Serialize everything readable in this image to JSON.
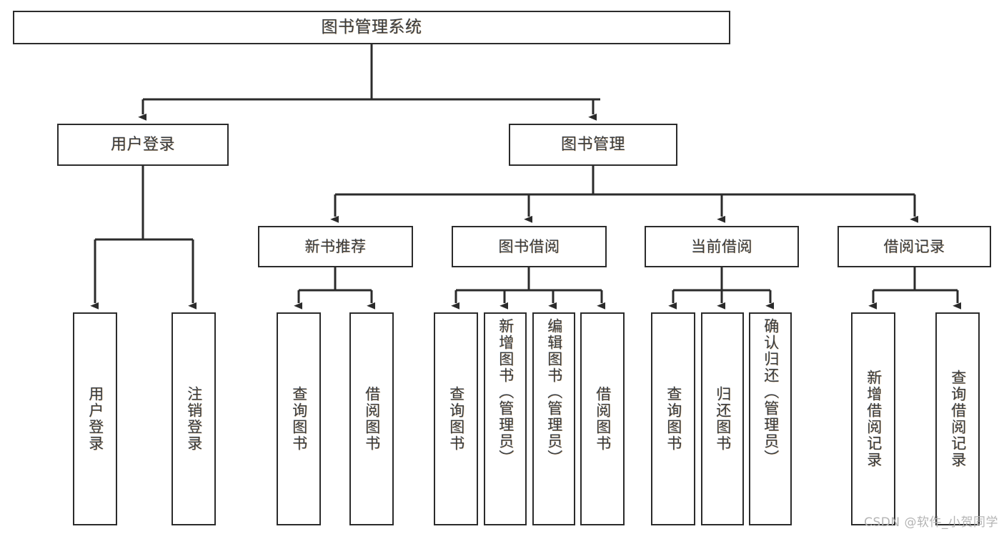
{
  "diagram": {
    "title": "图书管理系统",
    "type": "tree-hierarchy",
    "watermark": "CSDN @软件_小贺同学",
    "colors": {
      "stroke": "#2b2b2b",
      "node_fill": "#ffffff",
      "text": "#3b3b3b",
      "watermark": "#b4b4b4",
      "background": "#ffffff"
    },
    "root": {
      "label": "图书管理系统"
    },
    "level1": [
      {
        "label": "用户登录"
      },
      {
        "label": "图书管理"
      }
    ],
    "level2": [
      {
        "label": "新书推荐"
      },
      {
        "label": "图书借阅"
      },
      {
        "label": "当前借阅"
      },
      {
        "label": "借阅记录"
      }
    ],
    "leaves": {
      "user_login": [
        {
          "label": "用户登录"
        },
        {
          "label": "注销登录"
        }
      ],
      "new_book_recommend": [
        {
          "label": "查询图书"
        },
        {
          "label": "借阅图书"
        }
      ],
      "book_borrow": [
        {
          "label": "查询图书"
        },
        {
          "label": "新增图书（管理员）"
        },
        {
          "label": "编辑图书（管理员）"
        },
        {
          "label": "借阅图书"
        }
      ],
      "current_borrow": [
        {
          "label": "查询图书"
        },
        {
          "label": "归还图书"
        },
        {
          "label": "确认归还（管理员）"
        }
      ],
      "borrow_record": [
        {
          "label": "新增借阅记录"
        },
        {
          "label": "查询借阅记录"
        }
      ]
    }
  }
}
